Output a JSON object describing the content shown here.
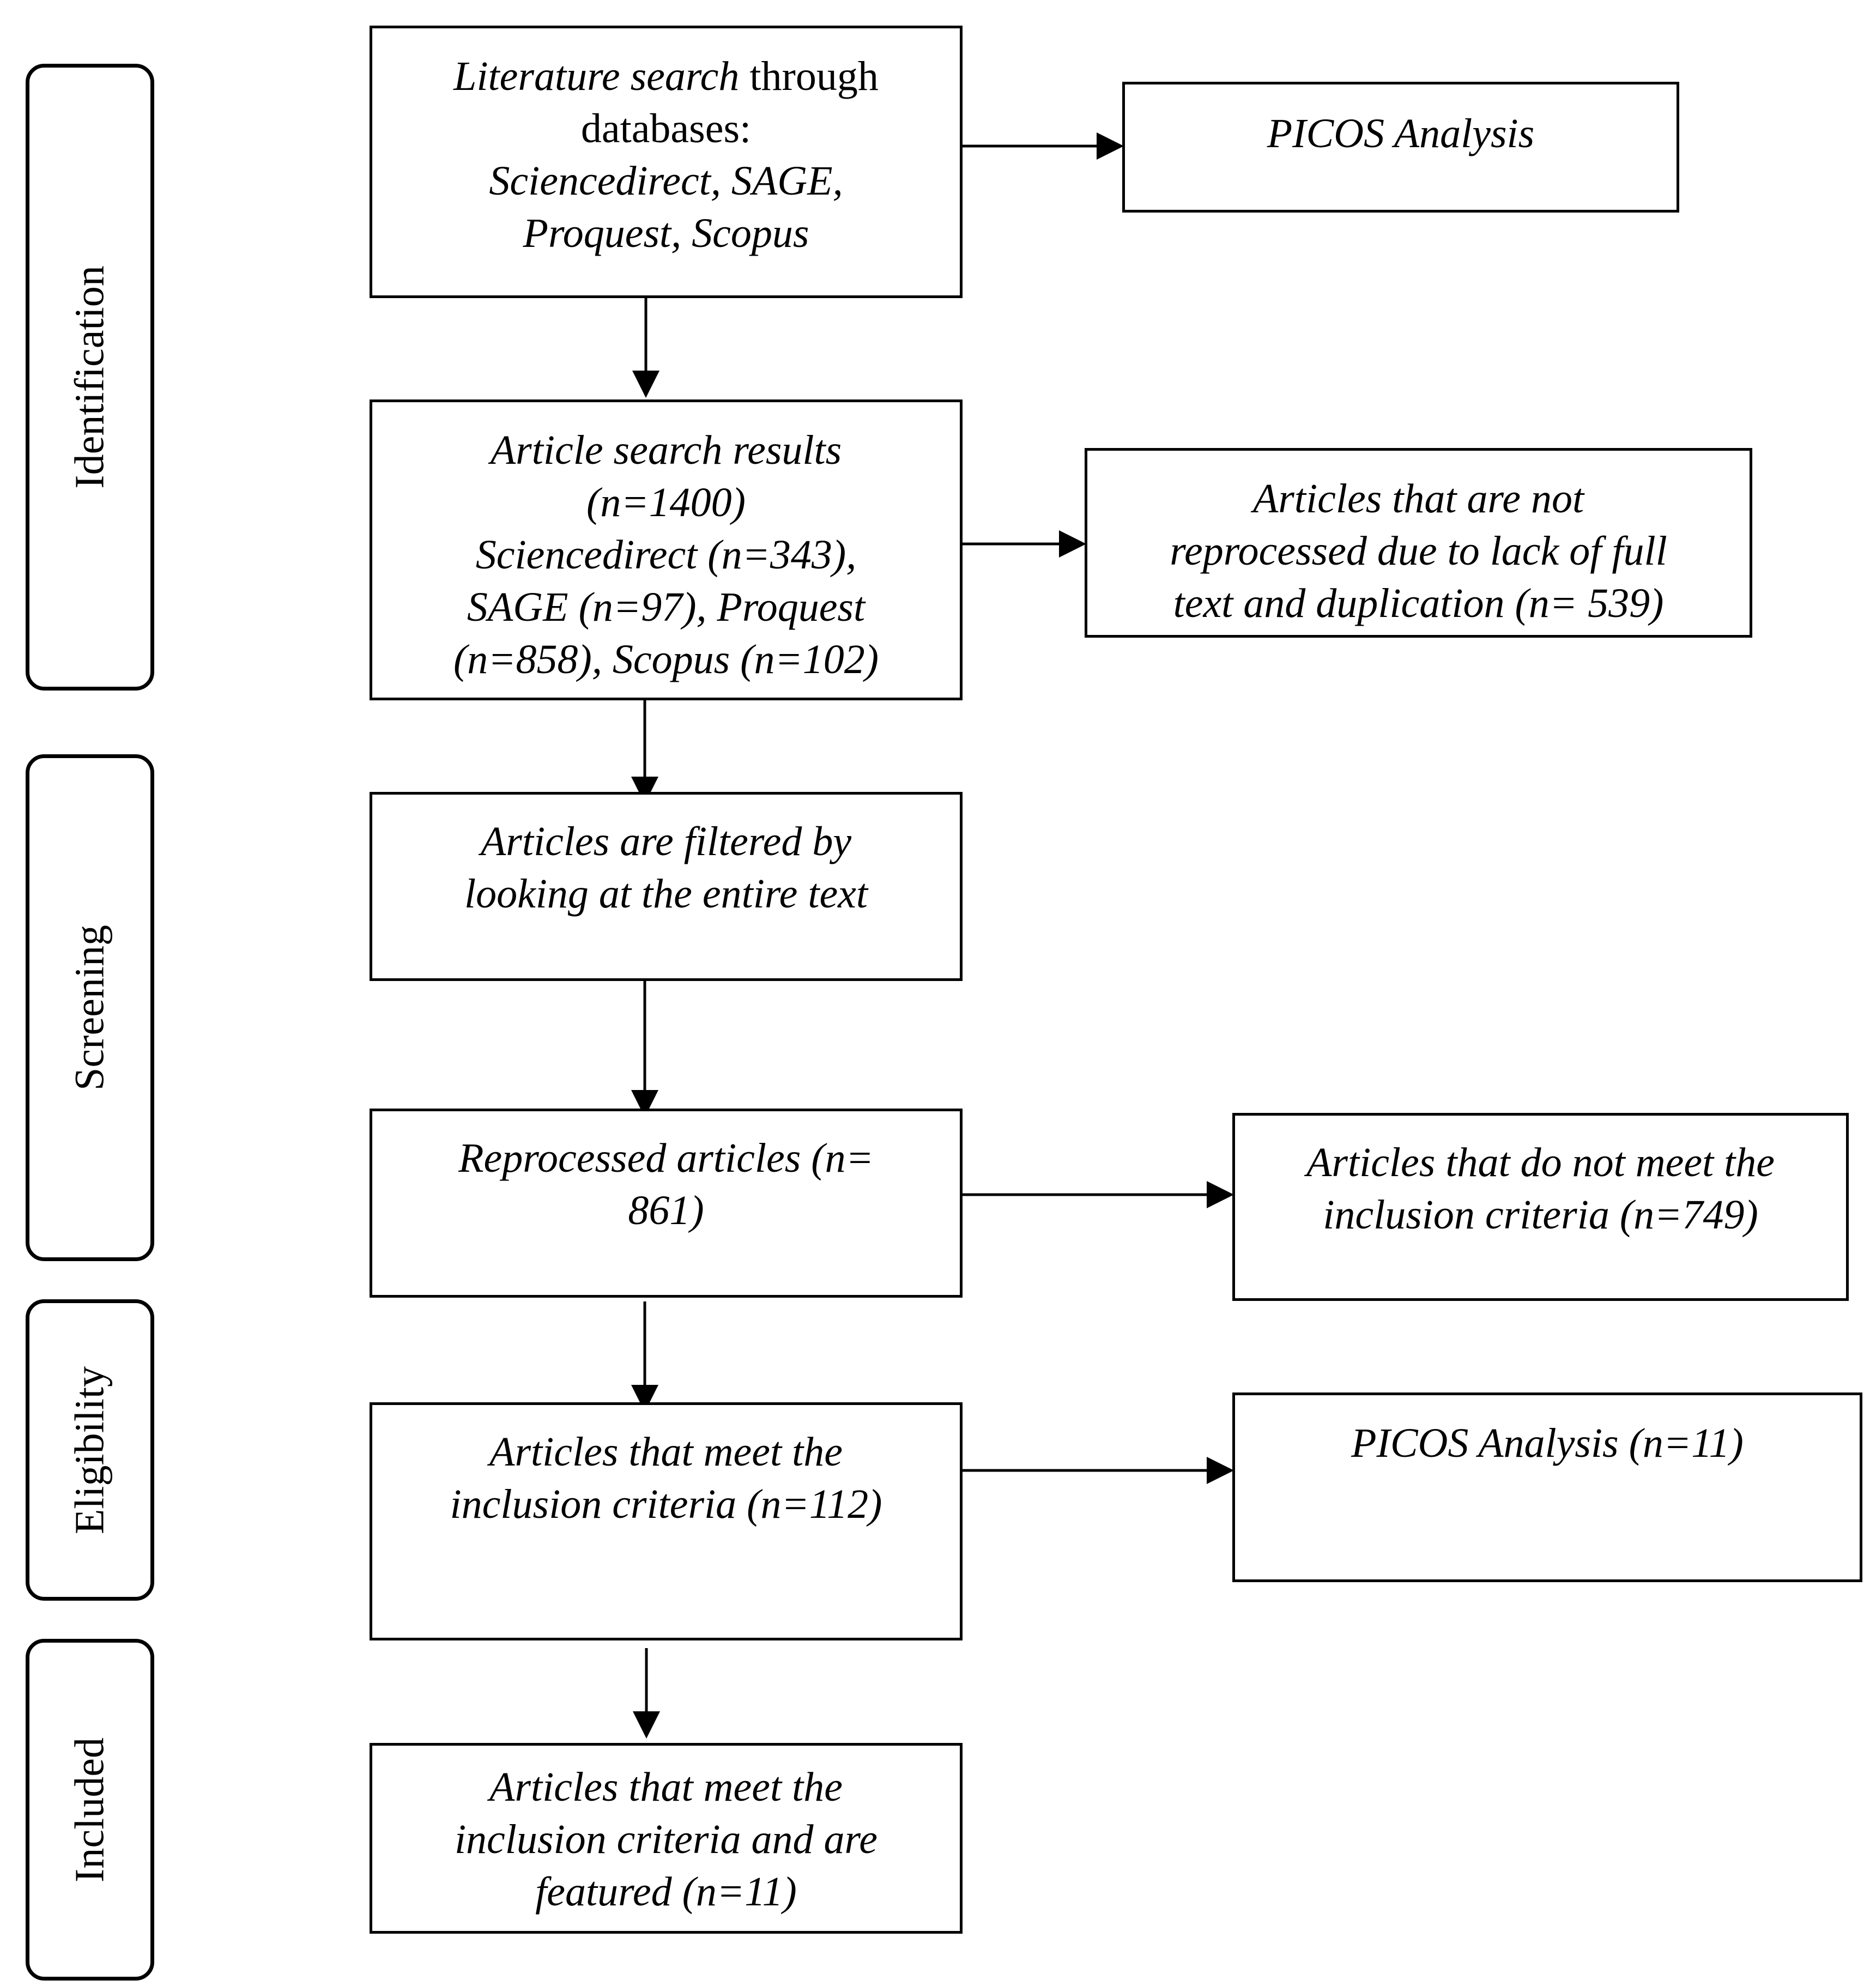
{
  "stages": [
    {
      "id": "identification",
      "label": "Identification"
    },
    {
      "id": "screening",
      "label": "Screening"
    },
    {
      "id": "eligibility",
      "label": "Eligibility"
    },
    {
      "id": "included",
      "label": "Included"
    }
  ],
  "boxes": {
    "search": {
      "line1_italic": "Literature search",
      "line1_plain": " through",
      "line2": "databases:",
      "line3": "Sciencedirect, SAGE,",
      "line4": "Proquest, Scopus"
    },
    "picos": {
      "line1": "PICOS Analysis"
    },
    "results": {
      "line1": "Article search results",
      "line2": "(n=1400)",
      "line3": "Sciencedirect (n=343),",
      "line4": "SAGE (n=97), Proquest",
      "line5": "(n=858), Scopus (n=102)"
    },
    "excluded_dup": {
      "line1": "Articles that are not",
      "line2": "reprocessed due to lack of full",
      "line3": "text and duplication (n= 539)"
    },
    "filtered": {
      "line1": "Articles are filtered by",
      "line2": "looking at the entire text"
    },
    "reprocessed": {
      "line1": "Reprocessed articles (n=",
      "line2": "861)"
    },
    "not_meet": {
      "line1": "Articles that do not meet the",
      "line2": "inclusion criteria (n=749)"
    },
    "meet": {
      "line1": "Articles that meet the",
      "line2": "inclusion criteria (n=112)"
    },
    "picos_n": {
      "line1": "PICOS Analysis (n=11)"
    },
    "featured": {
      "line1": "Articles that meet the",
      "line2": "inclusion criteria and are",
      "line3": "featured (n=11)"
    }
  }
}
